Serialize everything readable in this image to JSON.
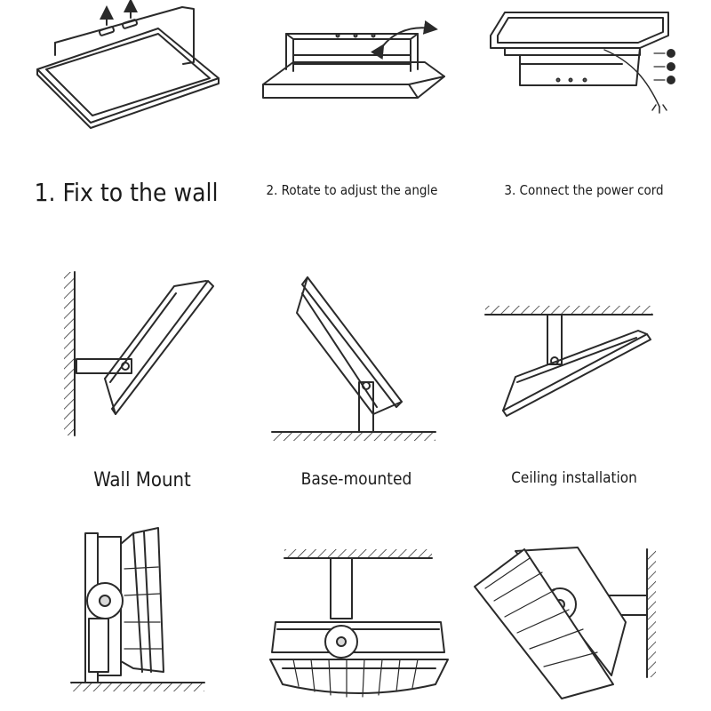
{
  "captions": {
    "fix_to_wall": "1. Fix to the wall",
    "rotate_angle": "2. Rotate to adjust the angle",
    "connect_cord": "3. Connect the power cord",
    "wall_mount": "Wall Mount",
    "base_mounted": "Base-mounted",
    "ceiling_installation": "Ceiling installation"
  },
  "colors": {
    "line": "#2a2a2a",
    "fill": "#ffffff",
    "shade": "#d9d9d9"
  }
}
